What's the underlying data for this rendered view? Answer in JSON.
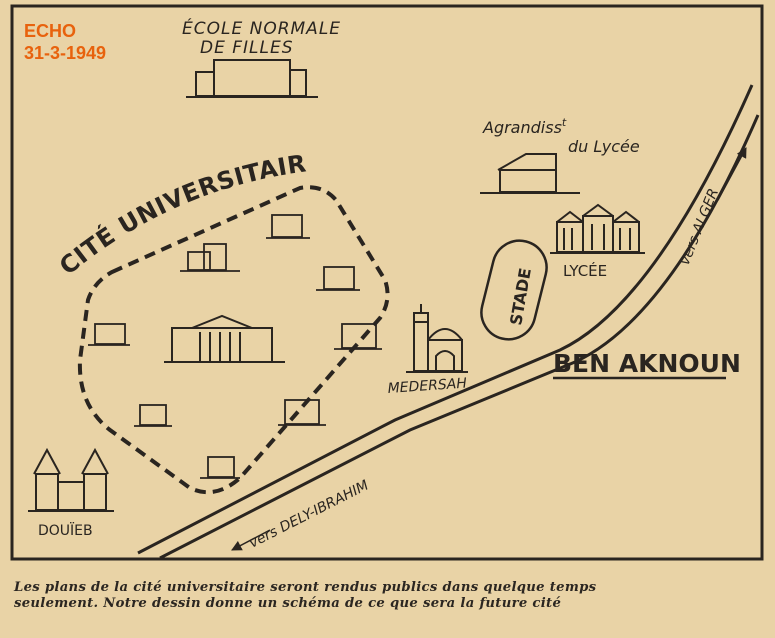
{
  "source": {
    "publication": "ECHO",
    "date": "31-3-1949"
  },
  "map": {
    "labels": {
      "ecole_line1": "ÉCOLE NORMALE",
      "ecole_line2": "DE FILLES",
      "agrandissement_line1": "Agrandiss",
      "agrandissement_sup": "t",
      "agrandissement_line2": "du Lycée",
      "cite": "CITÉ UNIVERSITAIRE",
      "stade": "STADE",
      "lycee": "LYCÉE",
      "medersah": "MEDERSAH",
      "ben_aknoun": "BEN AKNOUN",
      "vers_alger": "vers ALGER",
      "vers_dely": "vers DELY-IBRAHIM",
      "douieb": "DOUÏEB"
    },
    "colors": {
      "paper": "#e9d3a6",
      "ink": "#2a2520",
      "source_stamp": "#e8620d"
    }
  },
  "caption": {
    "line1": "Les plans de la cité universitaire seront rendus publics dans quelque temps",
    "line2": "seulement. Notre dessin donne un schéma de ce que sera la future cité"
  }
}
